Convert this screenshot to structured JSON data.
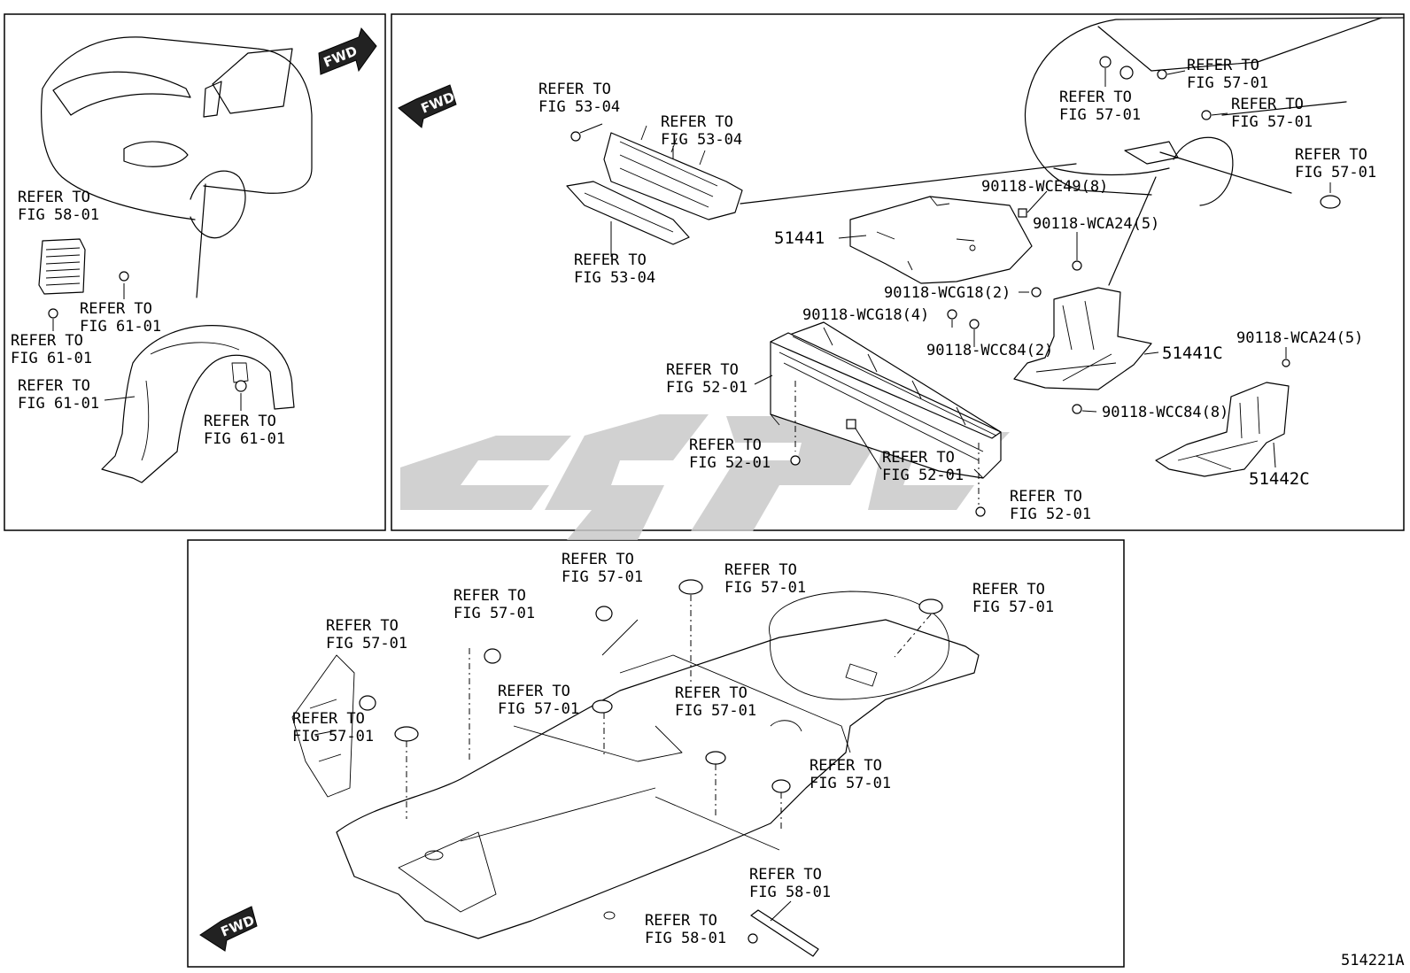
{
  "diagram_id": "514221A",
  "fwd_label": "FWD",
  "labels": {
    "tl_a": [
      "REFER TO",
      "FIG 58-01"
    ],
    "tl_b": [
      "REFER TO",
      "FIG 61-01"
    ],
    "tl_c": [
      "REFER TO",
      "FIG 61-01"
    ],
    "tl_d": [
      "REFER TO",
      "FIG 61-01"
    ],
    "tl_e": [
      "REFER TO",
      "FIG 61-01"
    ],
    "tr_a": [
      "REFER TO",
      "FIG 53-04"
    ],
    "tr_b": [
      "REFER TO",
      "FIG 53-04"
    ],
    "tr_c": [
      "REFER TO",
      "FIG 53-04"
    ],
    "tr_d": [
      "REFER TO",
      "FIG 57-01"
    ],
    "tr_e": [
      "REFER TO",
      "FIG 57-01"
    ],
    "tr_f": [
      "REFER TO",
      "FIG 57-01"
    ],
    "tr_g": [
      "REFER TO",
      "FIG 57-01"
    ],
    "tr_h": [
      "REFER TO",
      "FIG 52-01"
    ],
    "tr_i": [
      "REFER TO",
      "FIG 52-01"
    ],
    "tr_j": [
      "REFER TO",
      "FIG 52-01"
    ],
    "tr_k": [
      "REFER TO",
      "FIG 52-01"
    ],
    "bt_a": [
      "REFER TO",
      "FIG 57-01"
    ],
    "bt_b": [
      "REFER TO",
      "FIG 57-01"
    ],
    "bt_c": [
      "REFER TO",
      "FIG 57-01"
    ],
    "bt_d": [
      "REFER TO",
      "FIG 57-01"
    ],
    "bt_e": [
      "REFER TO",
      "FIG 57-01"
    ],
    "bt_f": [
      "REFER TO",
      "FIG 57-01"
    ],
    "bt_g": [
      "REFER TO",
      "FIG 57-01"
    ],
    "bt_h": [
      "REFER TO",
      "FIG 57-01"
    ],
    "bt_i": [
      "REFER TO",
      "FIG 57-01"
    ],
    "bt_j": [
      "REFER TO",
      "FIG 58-01"
    ],
    "bt_k": [
      "REFER TO",
      "FIG 58-01"
    ]
  },
  "part_numbers": {
    "p51441": "51441",
    "p51441c": "51441C",
    "p51442c": "51442C",
    "wce49": "90118-WCE49(8)",
    "wca24a": "90118-WCA24(5)",
    "wcg18a": "90118-WCG18(2)",
    "wcg18b": "90118-WCG18(4)",
    "wcc84a": "90118-WCC84(2)",
    "wca24b": "90118-WCA24(5)",
    "wcc84b": "90118-WCC84(8)"
  }
}
